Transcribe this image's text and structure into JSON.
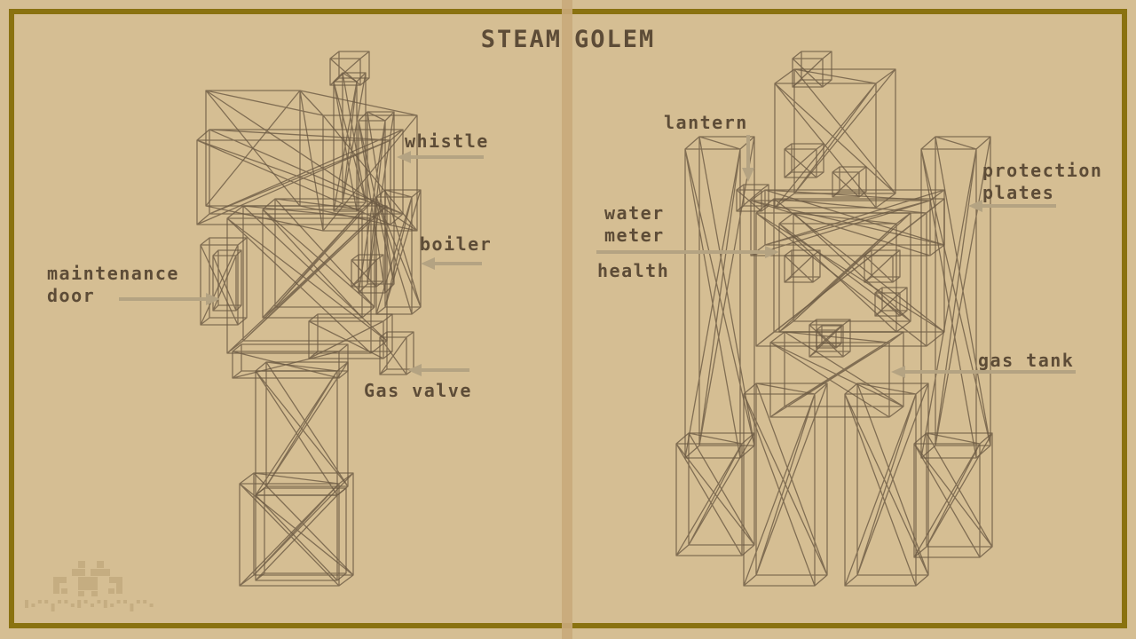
{
  "title": {
    "word1": "STEAM",
    "word2": "GOLEM"
  },
  "labels": {
    "whistle": {
      "text": "whistle"
    },
    "boiler": {
      "text": "boiler"
    },
    "maintenance_door": {
      "line1": "maintenance",
      "line2": "door"
    },
    "gas_valve": {
      "text": "Gas valve"
    },
    "lantern": {
      "text": "lantern"
    },
    "water_meter": {
      "line1": "water",
      "line2": "meter"
    },
    "health": {
      "text": "health"
    },
    "protection_plates": {
      "line1": "protection",
      "line2": "plates"
    },
    "gas_tank": {
      "text": "gas tank"
    }
  },
  "watermark": {
    "icon": "pixel-golem-logo"
  },
  "colors": {
    "bg": "#d5be93",
    "border": "#8a7210",
    "divider": "#c9aa7b",
    "ink": "#5d4c37",
    "wire": "#6b5a44",
    "arrow": "#b4a382",
    "watermark": "#c3ab7f"
  }
}
